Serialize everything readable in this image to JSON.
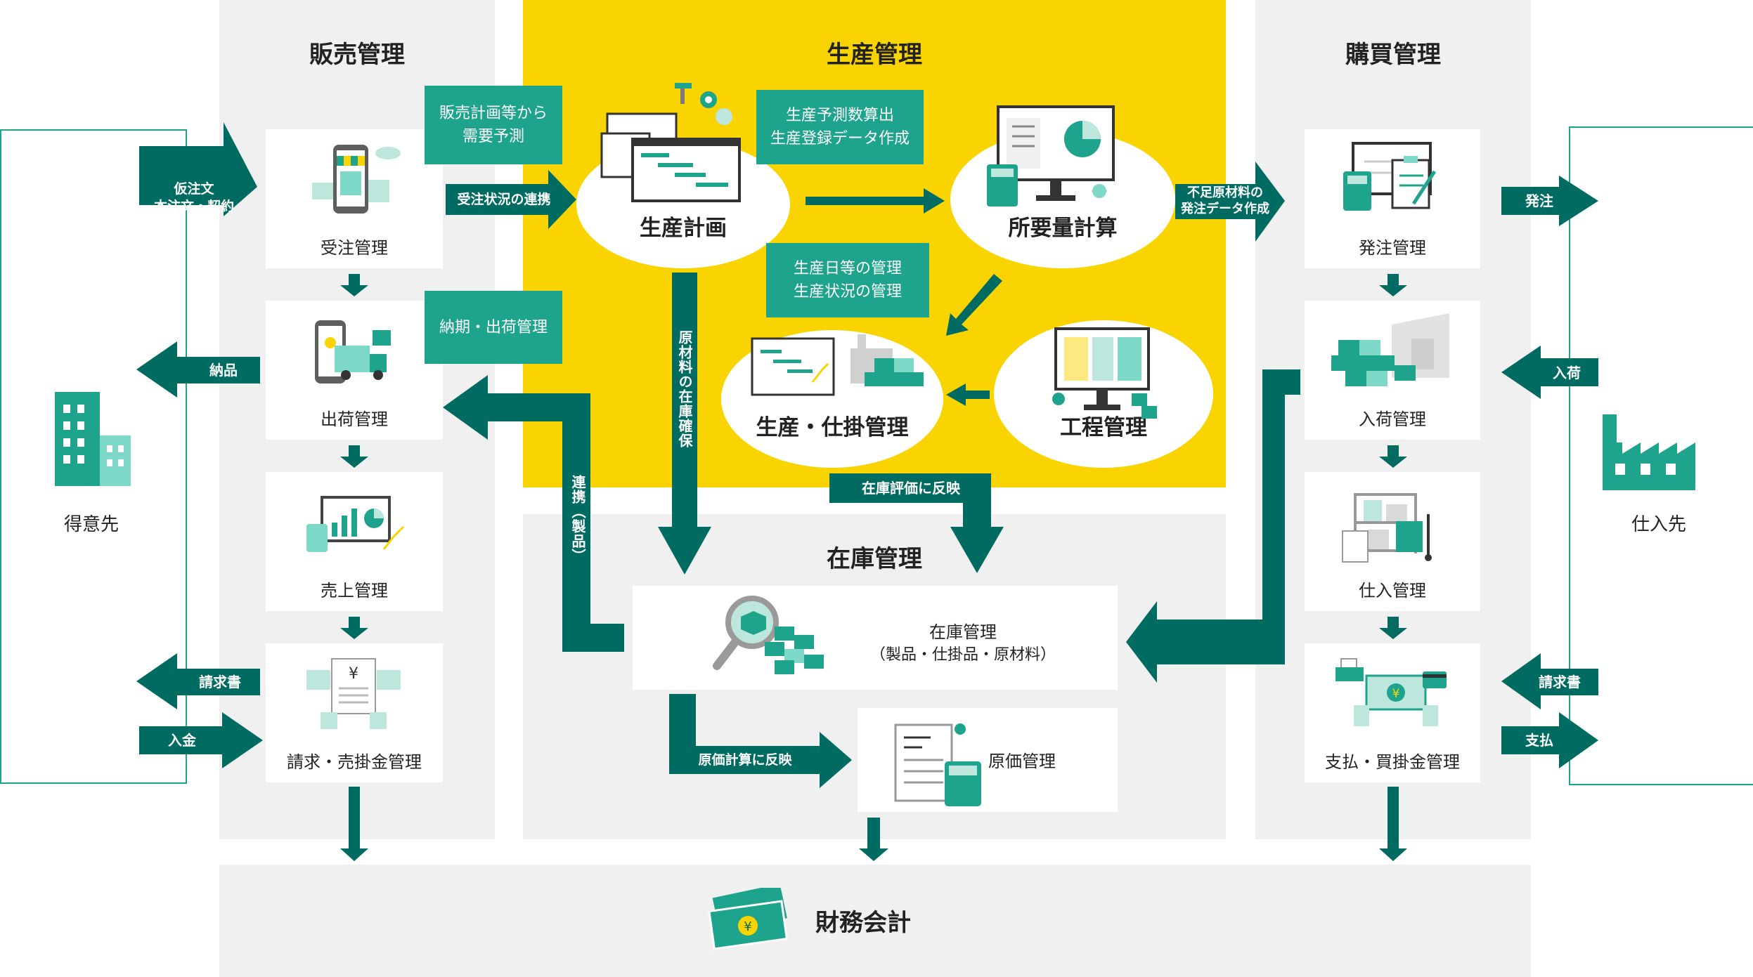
{
  "sections": {
    "sales": "販売管理",
    "production": "生産管理",
    "purchasing": "購買管理",
    "inventory": "在庫管理",
    "finance": "財務会計"
  },
  "sales": {
    "order": "受注管理",
    "shipping": "出荷管理",
    "revenue": "売上管理",
    "billing": "請求・売掛金管理",
    "callout_forecast": "販売計画等から\n需要予測",
    "callout_delivery": "納期・出荷管理"
  },
  "production": {
    "plan": "生産計画",
    "mrp": "所要量計算",
    "wip": "生産・仕掛管理",
    "process": "工程管理",
    "callout_forecast": "生産予測数算出\n生産登録データ作成",
    "callout_schedule": "生産日等の管理\n生産状況の管理"
  },
  "purchasing": {
    "order": "発注管理",
    "receiving": "入荷管理",
    "purchase": "仕入管理",
    "payment": "支払・買掛金管理"
  },
  "inventory": {
    "stock_title": "在庫管理",
    "stock_sub": "（製品・仕掛品・原材料）",
    "cost": "原価管理"
  },
  "external": {
    "customer": "得意先",
    "supplier": "仕入先"
  },
  "arrows": {
    "provisional_order": "仮注文\n本注文・契約",
    "delivery": "納品",
    "invoice_out": "請求書",
    "payment_in": "入金",
    "order_link": "受注状況の連携",
    "shortage": "不足原材料の\n発注データ作成",
    "order_out": "発注",
    "receive_in": "入荷",
    "invoice_in": "請求書",
    "pay_out": "支払",
    "raw_material": "原材料の在庫確保",
    "link_product": "連携（製品）",
    "inventory_eval": "在庫評価に反映",
    "cost_calc": "原価計算に反映"
  },
  "colors": {
    "teal": "#006b61",
    "accent": "#1ea48c",
    "yellow": "#fad400",
    "panel": "#f0f0f0"
  }
}
